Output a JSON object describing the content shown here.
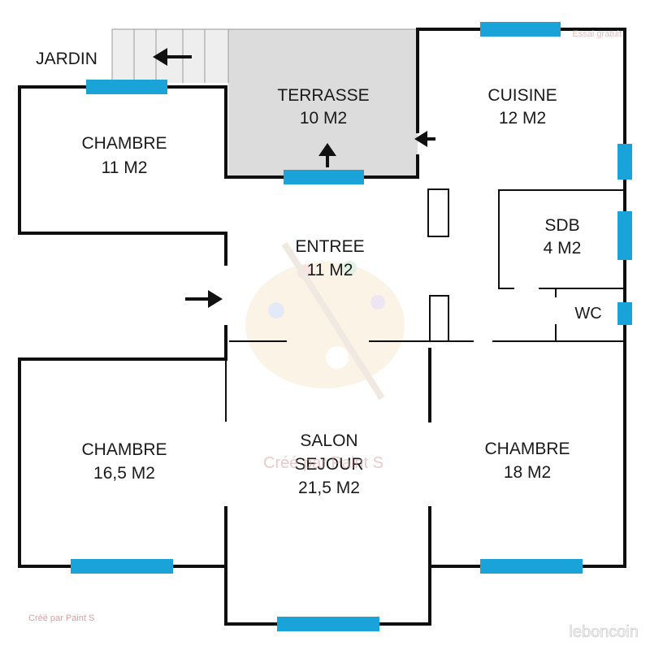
{
  "colors": {
    "wall": "#0f0f0f",
    "window": "#1aa3d9",
    "terrace_fill": "#dcdcdc",
    "stairs_fill": "#eeeeee"
  },
  "rooms": {
    "jardin": {
      "name": "JARDIN"
    },
    "chambre_top_left": {
      "name": "CHAMBRE",
      "area": "11 M2"
    },
    "terrasse": {
      "name": "TERRASSE",
      "area": "10 M2"
    },
    "cuisine": {
      "name": "CUISINE",
      "area": "12 M2"
    },
    "entree": {
      "name": "ENTREE",
      "area": "11 M2"
    },
    "sdb": {
      "name": "SDB",
      "area": "4 M2"
    },
    "wc": {
      "name": "WC"
    },
    "chambre_bottom_left": {
      "name": "CHAMBRE",
      "area": "16,5 M2"
    },
    "salon": {
      "name_line1": "SALON",
      "name_line2": "SEJOUR",
      "area": "21,5 M2"
    },
    "chambre_bottom_right": {
      "name": "CHAMBRE",
      "area": "18 M2"
    }
  },
  "watermarks": {
    "bottom_left": "Créé par Paint S",
    "center": "Créé par Paint S",
    "top_right": "Essai gratuit",
    "brand": "leboncoin"
  }
}
